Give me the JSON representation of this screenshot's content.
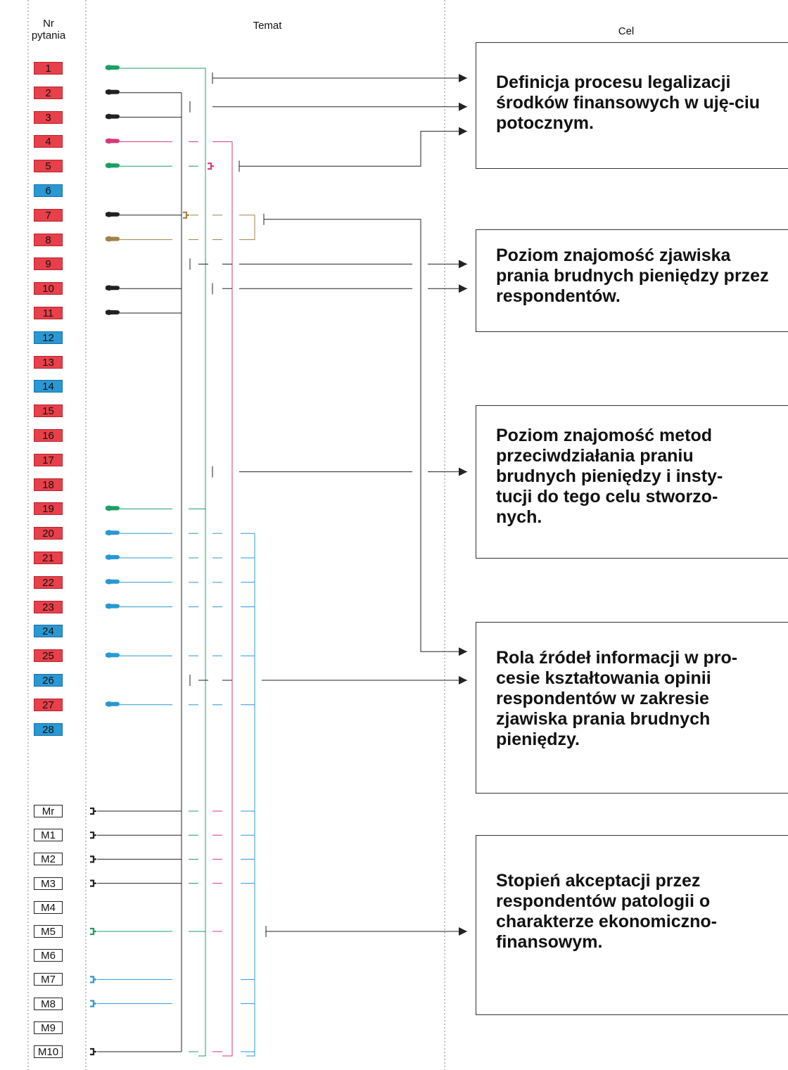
{
  "headers": {
    "nr": "Nr\npytania",
    "temat": "Temat",
    "cel": "Cel"
  },
  "questions": [
    {
      "label": "1",
      "color": "red"
    },
    {
      "label": "2",
      "color": "red"
    },
    {
      "label": "3",
      "color": "red"
    },
    {
      "label": "4",
      "color": "red"
    },
    {
      "label": "5",
      "color": "red"
    },
    {
      "label": "6",
      "color": "blue"
    },
    {
      "label": "7",
      "color": "red"
    },
    {
      "label": "8",
      "color": "red"
    },
    {
      "label": "9",
      "color": "red"
    },
    {
      "label": "10",
      "color": "red"
    },
    {
      "label": "11",
      "color": "red"
    },
    {
      "label": "12",
      "color": "blue"
    },
    {
      "label": "13",
      "color": "red"
    },
    {
      "label": "14",
      "color": "blue"
    },
    {
      "label": "15",
      "color": "red"
    },
    {
      "label": "16",
      "color": "red"
    },
    {
      "label": "17",
      "color": "red"
    },
    {
      "label": "18",
      "color": "red"
    },
    {
      "label": "19",
      "color": "red"
    },
    {
      "label": "20",
      "color": "red"
    },
    {
      "label": "21",
      "color": "red"
    },
    {
      "label": "22",
      "color": "red"
    },
    {
      "label": "23",
      "color": "red"
    },
    {
      "label": "24",
      "color": "blue"
    },
    {
      "label": "25",
      "color": "red"
    },
    {
      "label": "26",
      "color": "blue"
    },
    {
      "label": "27",
      "color": "red"
    },
    {
      "label": "28",
      "color": "blue"
    }
  ],
  "metrics": [
    "Mr",
    "M1",
    "M2",
    "M3",
    "M4",
    "M5",
    "M6",
    "M7",
    "M8",
    "M9",
    "M10"
  ],
  "goals": [
    "Definicja procesu legalizacji środków finansowych w uję-ciu potocznym.",
    "Poziom znajomość zjawiska prania brudnych pieniędzy przez respondentów.",
    "Poziom znajomość metod przeciwdziałania praniu brudnych pieniędzy i insty-tucji do tego celu stworzo-nych.",
    "Rola źródeł informacji w pro-cesie kształtowania  opinii respondentów w zakresie zjawiska prania brudnych pieniędzy.",
    "Stopień akceptacji przez respondentów patologii o charakterze ekonomiczno-finansowym."
  ],
  "colors": {
    "red_box": "#e8404a",
    "blue_box": "#2a98d2",
    "line_black": "#222222",
    "line_green": "#1aa060",
    "line_magenta": "#d63a7a",
    "line_olive": "#a0824a",
    "line_cyan": "#2a98d2"
  }
}
